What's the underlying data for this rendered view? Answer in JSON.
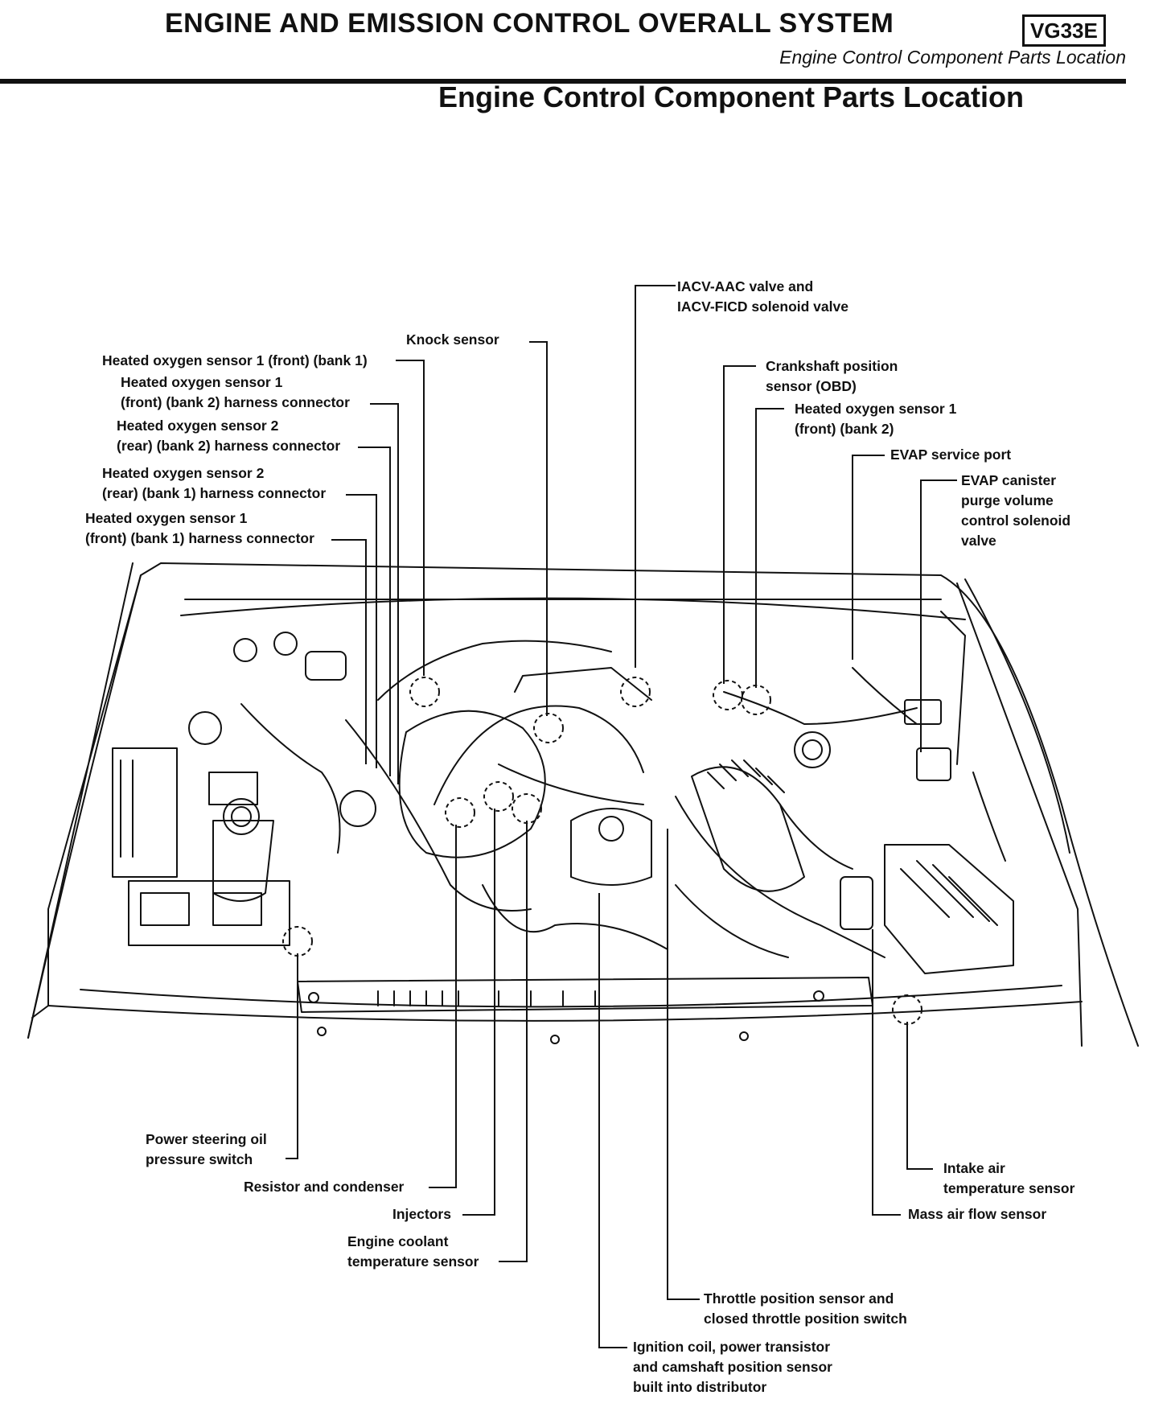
{
  "header": {
    "title": "ENGINE AND EMISSION CONTROL OVERALL SYSTEM",
    "code": "VG33E",
    "subtitle": "Engine Control Component Parts Location"
  },
  "page_heading": "Engine Control Component Parts Location",
  "callouts": {
    "iacv": [
      "IACV-AAC valve and",
      "IACV-FICD solenoid valve"
    ],
    "knock": [
      "Knock sensor"
    ],
    "ho2s1_bank1": [
      "Heated oxygen sensor 1 (front) (bank 1)"
    ],
    "ho2s1_bank2_conn": [
      "Heated oxygen sensor 1",
      "(front) (bank 2) harness connector"
    ],
    "ho2s2_bank2_conn": [
      "Heated oxygen sensor 2",
      "(rear) (bank 2) harness connector"
    ],
    "ho2s2_bank1_conn": [
      "Heated oxygen sensor 2",
      "(rear) (bank 1) harness connector"
    ],
    "ho2s1_bank1_conn": [
      "Heated oxygen sensor 1",
      "(front) (bank 1) harness connector"
    ],
    "ckp": [
      "Crankshaft position",
      "sensor (OBD)"
    ],
    "ho2s1_bank2": [
      "Heated oxygen sensor 1",
      "(front) (bank 2)"
    ],
    "evap_port": [
      "EVAP service port"
    ],
    "evap_canister": [
      "EVAP canister",
      "purge volume",
      "control solenoid",
      "valve"
    ],
    "ps_switch": [
      "Power steering oil",
      "pressure switch"
    ],
    "resistor": [
      "Resistor and condenser"
    ],
    "injectors": [
      "Injectors"
    ],
    "ect": [
      "Engine coolant",
      "temperature sensor"
    ],
    "iat": [
      "Intake air",
      "temperature sensor"
    ],
    "maf": [
      "Mass air flow sensor"
    ],
    "tps": [
      "Throttle position sensor and",
      "closed throttle position switch"
    ],
    "ignition": [
      "Ignition coil, power transistor",
      "and camshaft position sensor",
      "built into distributor"
    ]
  }
}
